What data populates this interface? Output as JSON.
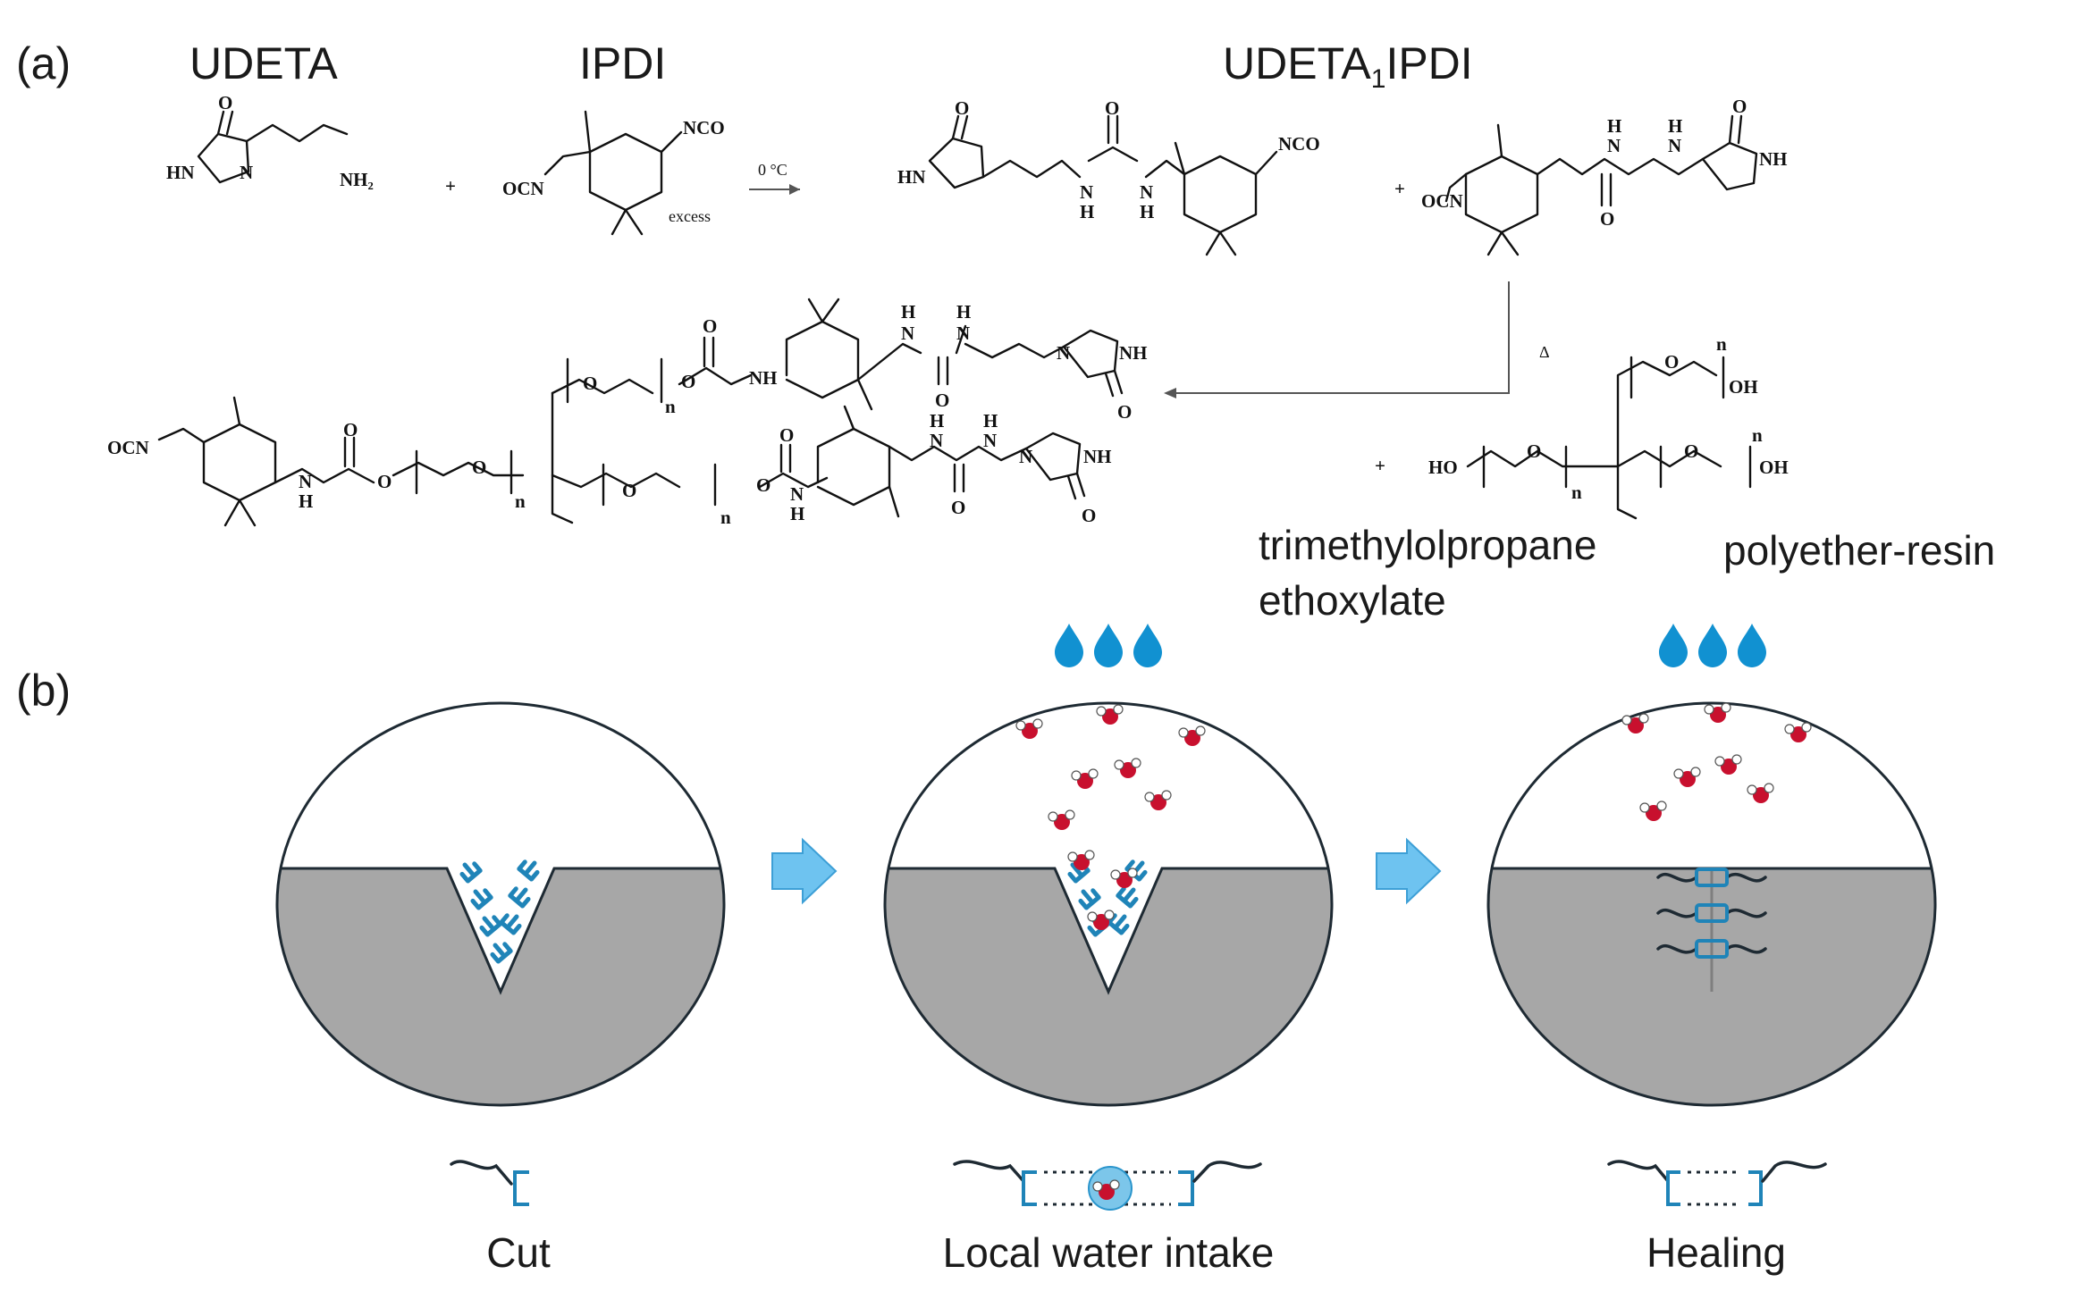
{
  "panel_a": {
    "label": "(a)",
    "udeta": "UDETA",
    "ipdi": "IPDI",
    "product_main": "UDETA",
    "product_sub": "1",
    "product_tail": "IPDI",
    "condition_temp": "0 °C",
    "condition_excess": "excess",
    "heat_symbol": "Δ",
    "trimethylol_line1": "trimethylolpropane",
    "trimethylol_line2": "ethoxylate",
    "polyether": "polyether-resin",
    "chem": {
      "hn": "HN",
      "nh": "NH",
      "n": "N",
      "o": "O",
      "h": "H",
      "nh2": "NH₂",
      "nco": "NCO",
      "ocn": "OCN",
      "plus": "+",
      "oh": "OH",
      "ho": "HO",
      "sub_n": "n"
    }
  },
  "panel_b": {
    "label": "(b)",
    "captions": [
      "Cut",
      "Local water intake",
      "Healing"
    ]
  }
}
